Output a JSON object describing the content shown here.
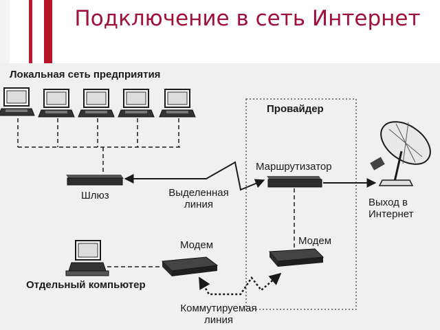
{
  "slide": {
    "title": "Подключение в сеть Интернет"
  },
  "diagram": {
    "lan_label": "Локальная сеть предприятия",
    "provider_label": "Провайдер",
    "router_label": "Маршрутизатор",
    "gateway_label": "Шлюз",
    "leased_line_label": "Выделенная линия",
    "internet_exit_label": "Выход в Интернет",
    "modem_left_label": "Модем",
    "modem_right_label": "Модем",
    "standalone_pc_label": "Отдельный компьютер",
    "dialup_line_label": "Коммутируемая линия"
  },
  "colors": {
    "title": "#a0103a",
    "accent_red": "#c0182a",
    "ink": "#1a1a1a"
  }
}
